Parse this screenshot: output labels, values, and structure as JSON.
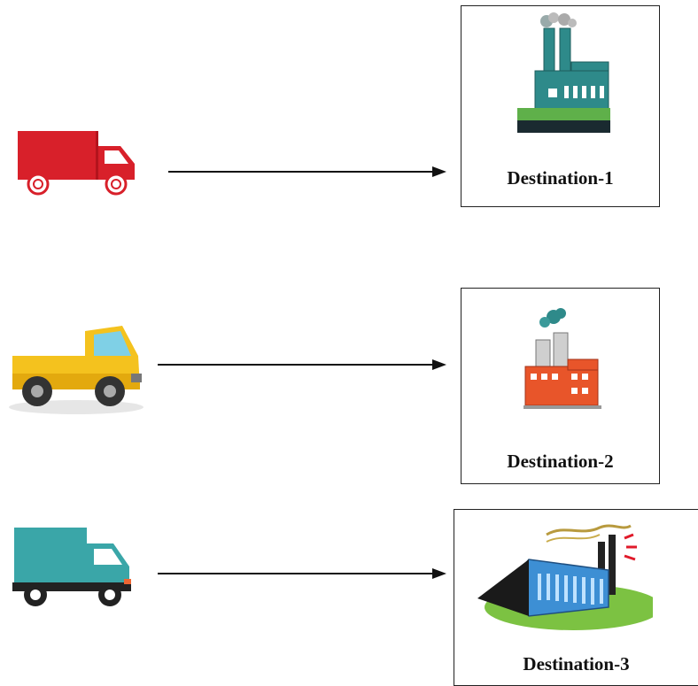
{
  "routes": [
    {
      "vehicle": "red-truck-icon",
      "destination": {
        "label": "Destination-3",
        "icon": "teal-factory-icon"
      }
    },
    {
      "vehicle": "yellow-pickup-icon",
      "destination": {
        "label": "Destination-2",
        "icon": "orange-factory-icon"
      }
    },
    {
      "vehicle": "teal-van-icon",
      "destination": {
        "label": "Destination-1",
        "icon": "blue-factory-icon"
      }
    }
  ],
  "colors": {
    "red_truck": "#d8202a",
    "yellow_pickup": "#f4c21e",
    "teal_van": "#3aa6a8",
    "teal_factory": "#2e8a8a",
    "orange_factory": "#e8552a",
    "blue_factory": "#3d8fd4",
    "grass": "#7cc242"
  }
}
